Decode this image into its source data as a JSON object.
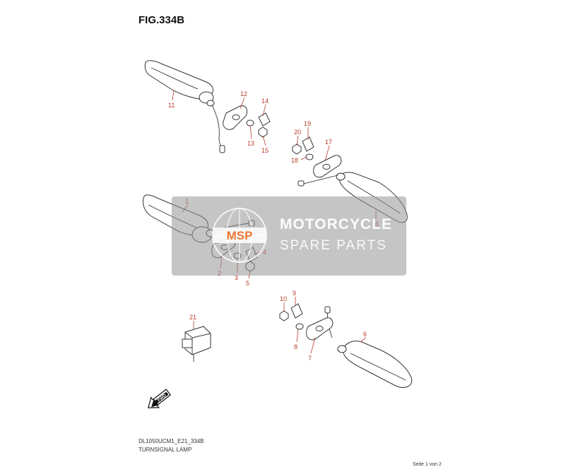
{
  "figure": {
    "title": "FIG.334B"
  },
  "callouts": [
    {
      "id": "1",
      "label": "1"
    },
    {
      "id": "2",
      "label": "2"
    },
    {
      "id": "3",
      "label": "3"
    },
    {
      "id": "4",
      "label": "4"
    },
    {
      "id": "5",
      "label": "5"
    },
    {
      "id": "6",
      "label": "6"
    },
    {
      "id": "7",
      "label": "7"
    },
    {
      "id": "8",
      "label": "8"
    },
    {
      "id": "9",
      "label": "9"
    },
    {
      "id": "10",
      "label": "10"
    },
    {
      "id": "11",
      "label": "11"
    },
    {
      "id": "12",
      "label": "12"
    },
    {
      "id": "13",
      "label": "13"
    },
    {
      "id": "14",
      "label": "14"
    },
    {
      "id": "15",
      "label": "15"
    },
    {
      "id": "16",
      "label": "16"
    },
    {
      "id": "17",
      "label": "17"
    },
    {
      "id": "18",
      "label": "18"
    },
    {
      "id": "19",
      "label": "19"
    },
    {
      "id": "20",
      "label": "20"
    },
    {
      "id": "21",
      "label": "21"
    }
  ],
  "fwd_arrow": {
    "label": "FWD",
    "icon": "fwd-arrow-icon"
  },
  "watermark": {
    "line1": "MOTORCYCLE",
    "line2": "SPARE PARTS",
    "logo_text": "MSP",
    "icon": "globe-logo-icon"
  },
  "footer": {
    "code": "DL1050UCM1_E21_334B",
    "name": "TURNSIGNAL LAMP",
    "page": "Seite 1 von 2"
  },
  "colors": {
    "callout": "#b83a2a",
    "watermark": "#969696",
    "line": "#333333"
  }
}
